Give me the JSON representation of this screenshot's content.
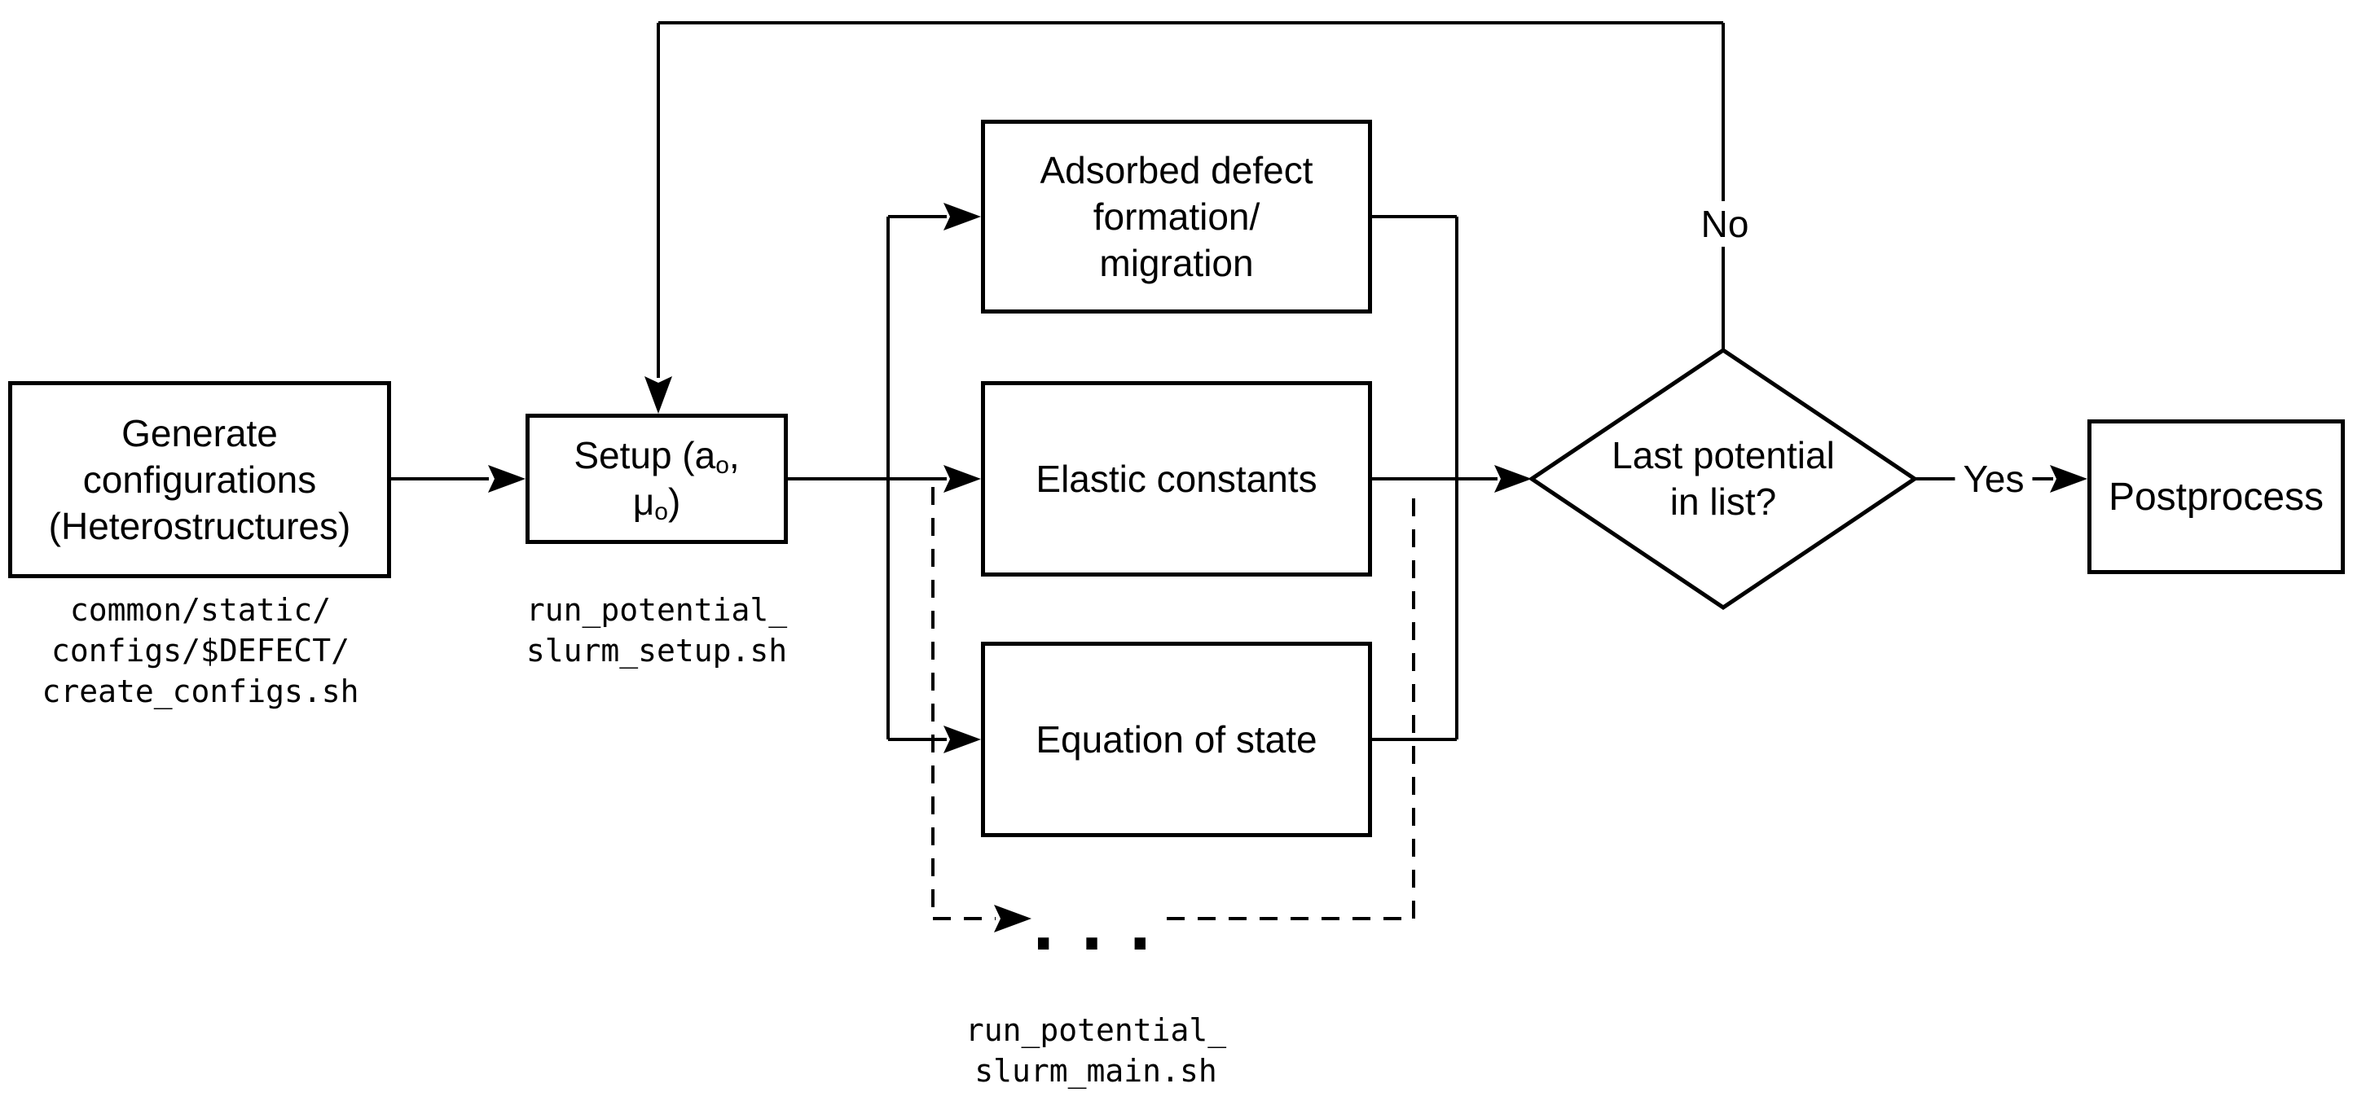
{
  "flowchart": {
    "colors": {
      "stroke": "#000000",
      "background": "#ffffff"
    },
    "nodes": {
      "generate": {
        "lines": [
          "Generate",
          "configurations",
          "(Heterostructures)"
        ]
      },
      "setup": {
        "parts": [
          "Setup (a",
          "o",
          ",",
          "μ",
          "o",
          ")"
        ]
      },
      "adsorbed": {
        "lines": [
          "Adsorbed defect",
          "formation/",
          "migration"
        ]
      },
      "elastic": {
        "label": "Elastic constants"
      },
      "eos": {
        "label": "Equation of state"
      },
      "decision": {
        "lines": [
          "Last potential",
          "in list?"
        ]
      },
      "postprocess": {
        "label": "Postprocess"
      }
    },
    "captions": {
      "generate": {
        "lines": [
          "common/static/",
          "configs/$DEFECT/",
          "create_configs.sh"
        ]
      },
      "setup": {
        "lines": [
          "run_potential_",
          "slurm_setup.sh"
        ]
      },
      "main": {
        "lines": [
          "run_potential_",
          "slurm_main.sh"
        ]
      }
    },
    "edge_labels": {
      "no": "No",
      "yes": "Yes",
      "ellipsis": "..."
    }
  }
}
